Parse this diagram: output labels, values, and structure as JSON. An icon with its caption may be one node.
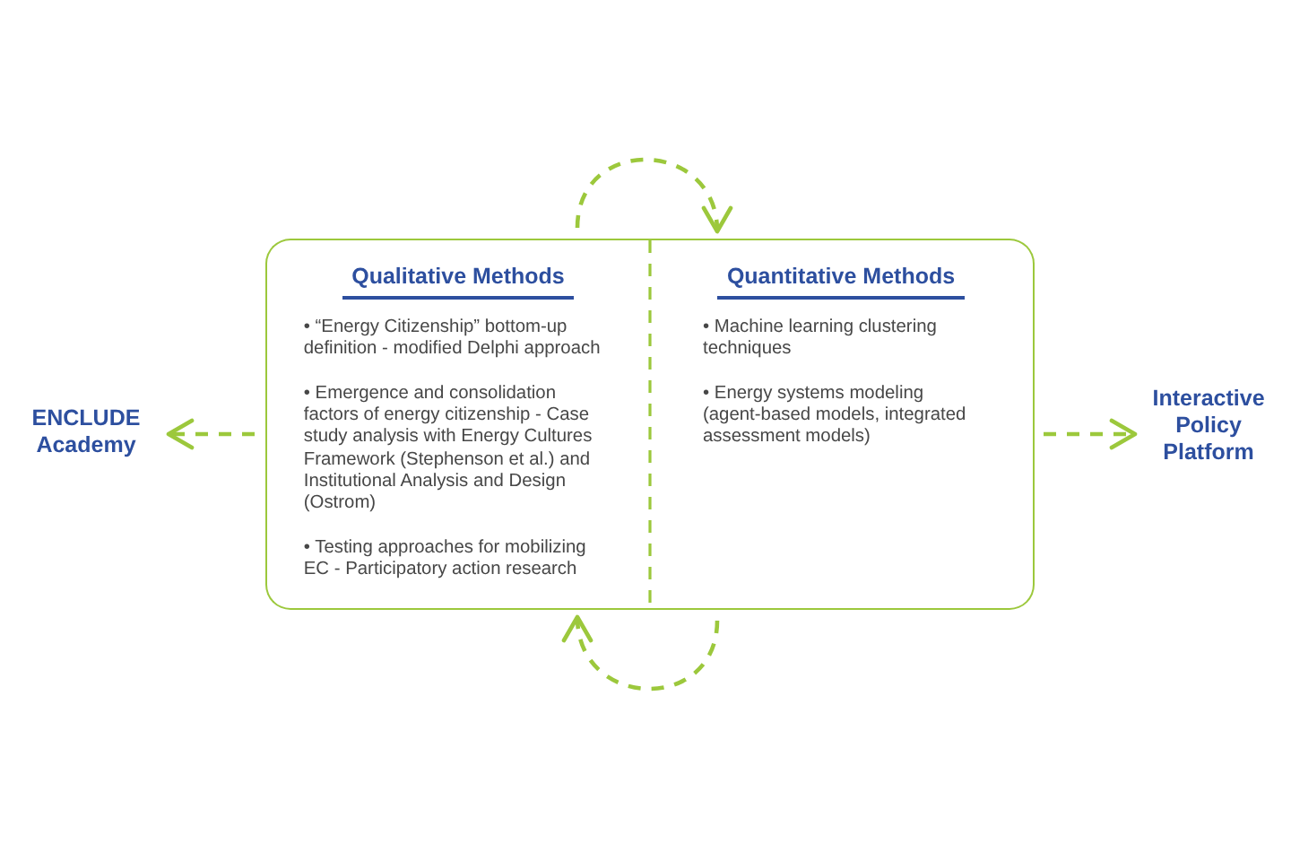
{
  "diagram": {
    "nodes": [
      {
        "text": [
          "ENCLUDE Academy"
        ]
      },
      {
        "text": [
          "Qualitative Methods",
          "• “Energy Citizenship” bottom-up definition - modified Delphi approach",
          "• Emergence and consolidation factors of energy citizenship - Case study analysis with Energy Cultures Framework (Stephenson et al.) and Institutional Analysis and Design (Ostrom)",
          "• Testing approaches for mobilizing EC - Participatory action research"
        ]
      },
      {
        "text": [
          "Quantitative Methods",
          "• Machine learning clustering techniques",
          "• Energy systems modeling (agent-based models, integrated assessment models)"
        ]
      },
      {
        "text": [
          "Interactive Policy Platform"
        ]
      }
    ],
    "edges": [
      {
        "from": 1,
        "to": 0,
        "arrow": "to",
        "style": "dashed"
      },
      {
        "from": 2,
        "to": 3,
        "arrow": "to",
        "style": "dashed"
      },
      {
        "from": 1,
        "to": 2,
        "arrow": "to",
        "style": "dashed"
      },
      {
        "from": 2,
        "to": 1,
        "arrow": "to",
        "style": "dashed"
      }
    ]
  }
}
